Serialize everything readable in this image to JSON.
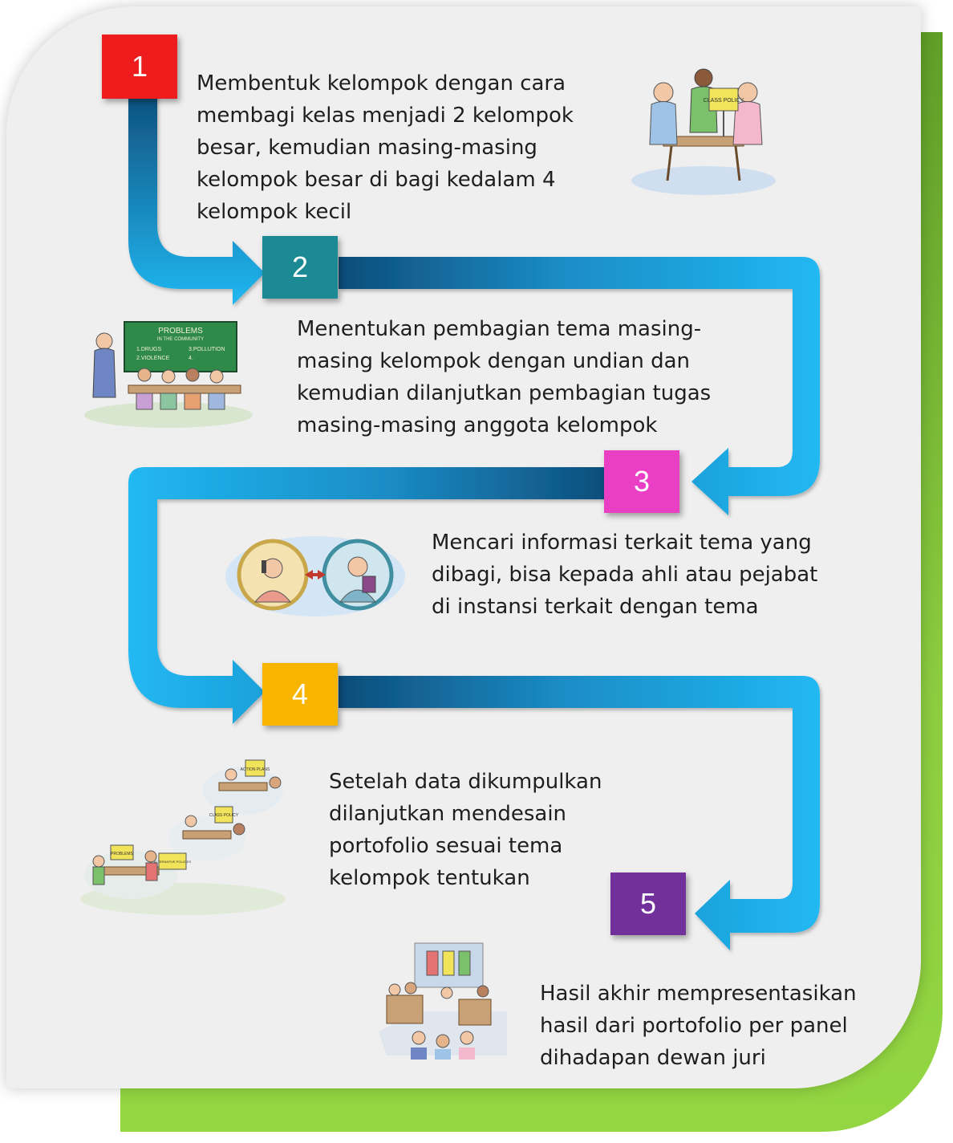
{
  "colors": {
    "arrow_light": "#21b8f2",
    "arrow_dark": "#0e4d7a",
    "panel": "#efefef",
    "back_green": "#7ac13a"
  },
  "steps": [
    {
      "number": "1",
      "color": "#ee1c1c",
      "text": "Membentuk kelompok dengan cara membagi kelas menjadi 2 kelompok besar, kemudian masing-masing kelompok besar di bagi kedalam 4 kelompok kecil"
    },
    {
      "number": "2",
      "color": "#1b8a94",
      "text": "Menentukan pembagian tema masing-masing kelompok dengan undian dan kemudian dilanjutkan pembagian tugas masing-masing anggota kelompok"
    },
    {
      "number": "3",
      "color": "#ea3fc4",
      "text": "Mencari informasi terkait tema yang dibagi, bisa kepada ahli atau pejabat di instansi terkait dengan tema"
    },
    {
      "number": "4",
      "color": "#f7b500",
      "text": "Setelah data dikumpulkan dilanjutkan mendesain portofolio sesuai tema kelompok tentukan"
    },
    {
      "number": "5",
      "color": "#72309a",
      "text": "Hasil akhir mempresentasikan hasil dari portofolio per panel dihadapan dewan juri"
    }
  ],
  "illustrations": {
    "class_policy_sign": "CLASS POLICY",
    "board_title": "PROBLEMS",
    "board_subtitle": "IN THE COMMUNITY",
    "board_item1": "1.DRUGS",
    "board_item2": "3.POLLUTION",
    "board_item3": "2.VIOLENCE",
    "board_item4": "4.",
    "action_plans_sign": "ACTION PLANS",
    "class_policy_sign2": "CLASS POLICY",
    "problems_sign": "PROBLEMS",
    "policies_sign": "ALTERNATIVE POLICIES"
  }
}
